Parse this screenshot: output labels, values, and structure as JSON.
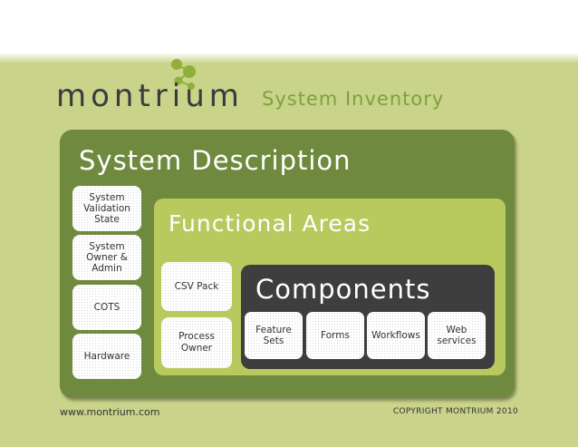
{
  "brand": {
    "name": "montrium"
  },
  "slide": {
    "title": "System Inventory"
  },
  "outer": {
    "title": "System Description",
    "boxes": [
      "System\nValidation\nState",
      "System\nOwner &\nAdmin",
      "COTS",
      "Hardware"
    ]
  },
  "middle": {
    "title": "Functional Areas",
    "boxes": [
      "CSV Pack",
      "Process\nOwner"
    ]
  },
  "inner": {
    "title": "Components",
    "boxes": [
      "Feature\nSets",
      "Forms",
      "Workflows",
      "Web\nservices"
    ]
  },
  "footer": {
    "website": "www.montrium.com",
    "copyright": "COPYRIGHT MONTRIUM 2010"
  },
  "colors": {
    "outer": "#6f8a3e",
    "middle": "#b8c95e",
    "inner": "#3e3e3e",
    "accent": "#7ea33a"
  }
}
